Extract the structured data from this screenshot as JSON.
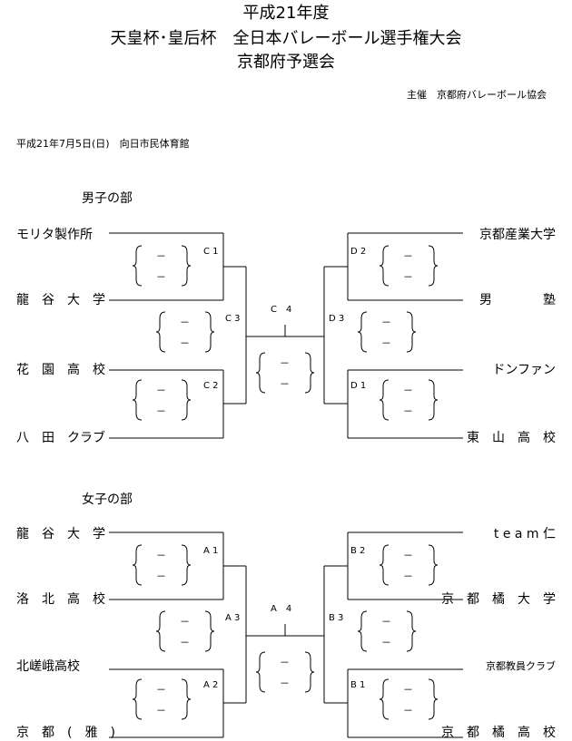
{
  "header": {
    "title_line1": "平成21年度",
    "title_line2": "天皇杯･皇后杯　全日本バレーボール選手権大会",
    "title_line3": "京都府予選会",
    "organizer": "主催　京都府バレーボール協会",
    "date_venue": "平成21年7月5日(日)　向日市民体育館"
  },
  "men": {
    "section_label": "男子の部",
    "left_teams": [
      "モリタ製作所",
      "龍　谷　大　学",
      "花　園　高　校",
      "八　田　クラブ"
    ],
    "right_teams": [
      "京都産業大学",
      "男　　　　塾",
      "ドンファン",
      "東　山　高　校"
    ],
    "codes": {
      "c1": "C 1",
      "c2": "C 2",
      "c3": "C 3",
      "c4": "C　4",
      "d1": "D 1",
      "d2": "D 2",
      "d3": "D 3"
    }
  },
  "women": {
    "section_label": "女子の部",
    "left_teams": [
      "龍　谷　大　学",
      "洛　北　高　校",
      "北嵯峨高校",
      "京　都　(　雅　)"
    ],
    "right_teams": [
      "t e a m 仁",
      "京　都　橘　大　学",
      "京都教員クラブ",
      "京　都　橘　高　校"
    ],
    "codes": {
      "a1": "A 1",
      "a2": "A 2",
      "a3": "A 3",
      "a4": "A　4",
      "b1": "B 1",
      "b2": "B 2",
      "b3": "B 3"
    }
  },
  "score_placeholder": "－"
}
